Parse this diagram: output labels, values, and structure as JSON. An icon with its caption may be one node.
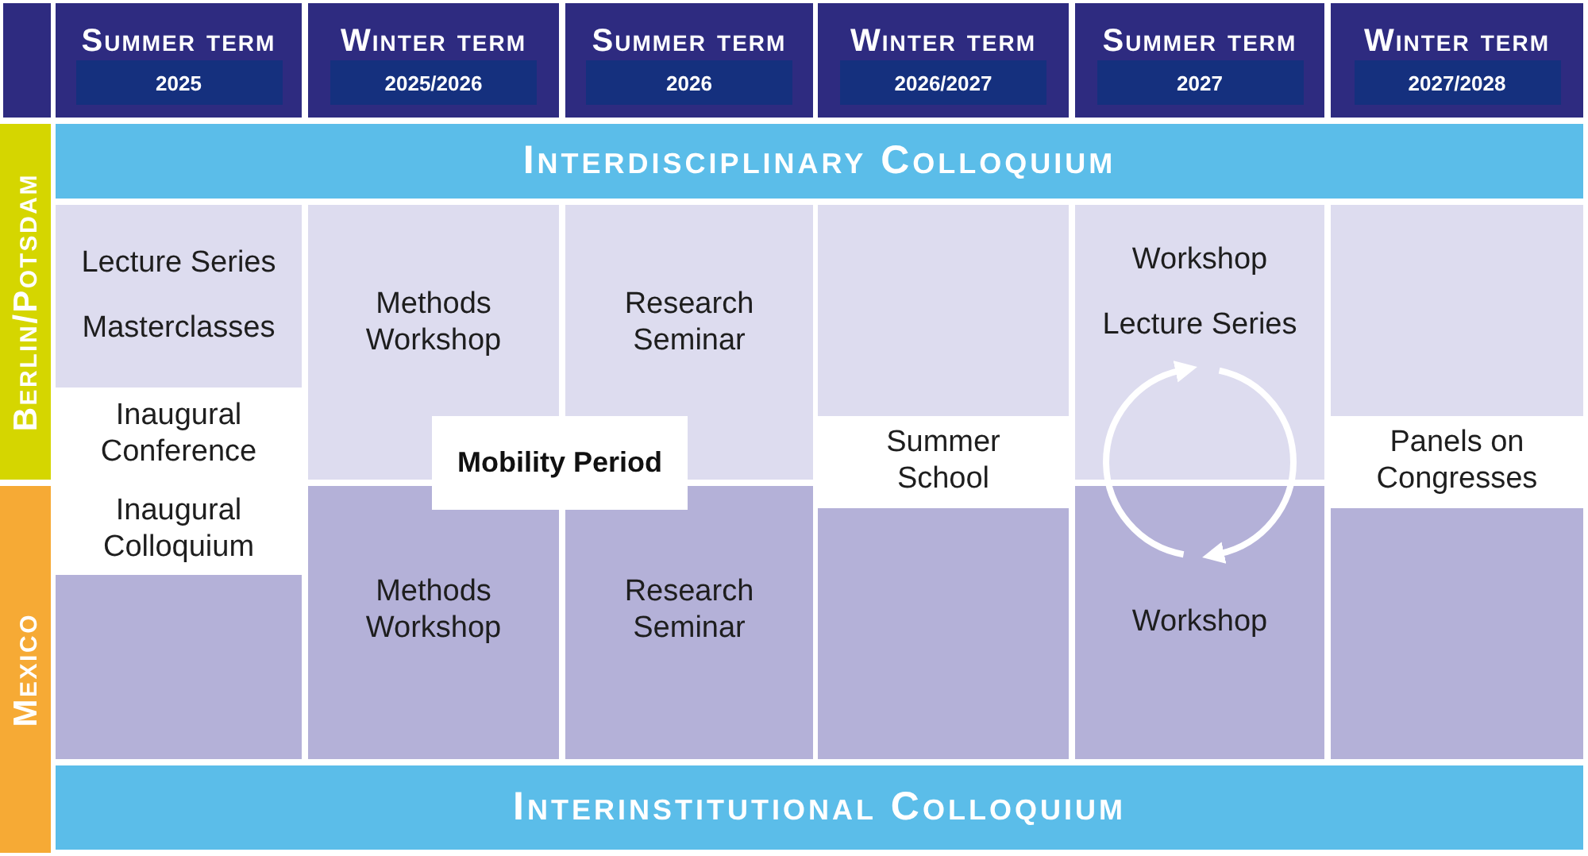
{
  "diagram": {
    "nodes": [
      {
        "text": [
          "Summer term"
        ]
      },
      {
        "text": [
          "2025"
        ],
        "in": 0
      },
      {
        "text": [
          "Winter term"
        ]
      },
      {
        "text": [
          "2025/2026"
        ],
        "in": 2
      },
      {
        "text": [
          "Summer term"
        ]
      },
      {
        "text": [
          "2026"
        ],
        "in": 4
      },
      {
        "text": [
          "Winter term"
        ]
      },
      {
        "text": [
          "2026/2027"
        ],
        "in": 6
      },
      {
        "text": [
          "Summer term"
        ]
      },
      {
        "text": [
          "2027"
        ],
        "in": 8
      },
      {
        "text": [
          "Winter term"
        ]
      },
      {
        "text": [
          "2027/2028"
        ],
        "in": 10
      },
      {
        "text": [
          "Berlin/Potsdam"
        ]
      },
      {
        "text": [
          "Interdisciplinary Colloquium"
        ]
      },
      {
        "text": [
          "Lecture Series",
          "Masterclasses"
        ]
      },
      {
        "text": [
          "Inaugural Conference"
        ]
      },
      {
        "text": [
          "Methods Workshop"
        ]
      },
      {
        "text": [
          "Research Seminar"
        ]
      },
      {
        "text": [],
        "shape": "box"
      },
      {
        "text": [
          "Workshop",
          "Lecture Series"
        ]
      },
      {
        "text": [],
        "shape": "box"
      },
      {
        "text": [
          "Mobility Period"
        ]
      },
      {
        "text": [
          "Summer School"
        ]
      },
      {
        "text": [
          "Panels on Congresses"
        ]
      },
      {
        "text": [
          "Mexico"
        ]
      },
      {
        "text": [
          "Inaugural Colloquium"
        ]
      },
      {
        "text": [],
        "shape": "box"
      },
      {
        "text": [
          "Methods Workshop"
        ]
      },
      {
        "text": [
          "Research Seminar"
        ]
      },
      {
        "text": [],
        "shape": "box"
      },
      {
        "text": [
          "Workshop"
        ]
      },
      {
        "text": [],
        "shape": "box"
      },
      {
        "text": [
          "Interinstitutional Colloquium"
        ]
      }
    ],
    "edges": [
      {
        "from": 30,
        "to": 19,
        "arrow": "to"
      },
      {
        "from": 19,
        "to": 30,
        "arrow": "to"
      }
    ]
  }
}
